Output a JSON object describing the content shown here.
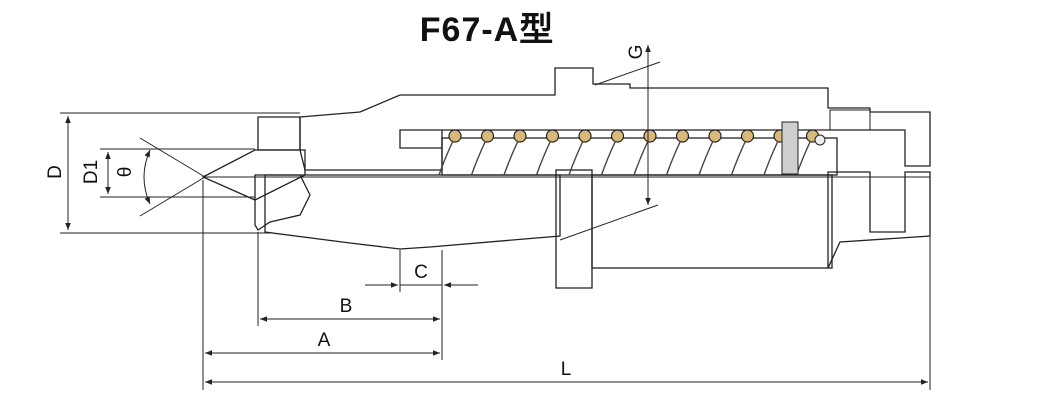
{
  "title": "F67-A型",
  "dimensions": {
    "D": "D",
    "D1": "D1",
    "theta": "θ",
    "G": "G",
    "C": "C",
    "B": "B",
    "A": "A",
    "L": "L"
  },
  "colors": {
    "section_fill": "#d9b97a",
    "hatch": "#6b4a1c",
    "body_light": "#f2f2f2",
    "body_mid": "#d6d6d6",
    "body_dark": "#a9a9a9",
    "line": "#222222"
  }
}
